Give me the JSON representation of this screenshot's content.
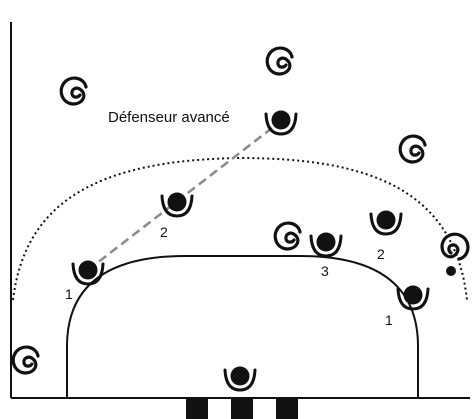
{
  "diagram": {
    "label_advanced": "Défenseur avancé",
    "numbers": {
      "left_1": "1",
      "left_2": "2",
      "center_3": "3",
      "right_2": "2",
      "right_1": "1"
    }
  },
  "colors": {
    "ink": "#111111",
    "dash": "#8a8a8a",
    "background": "#ffffff"
  }
}
